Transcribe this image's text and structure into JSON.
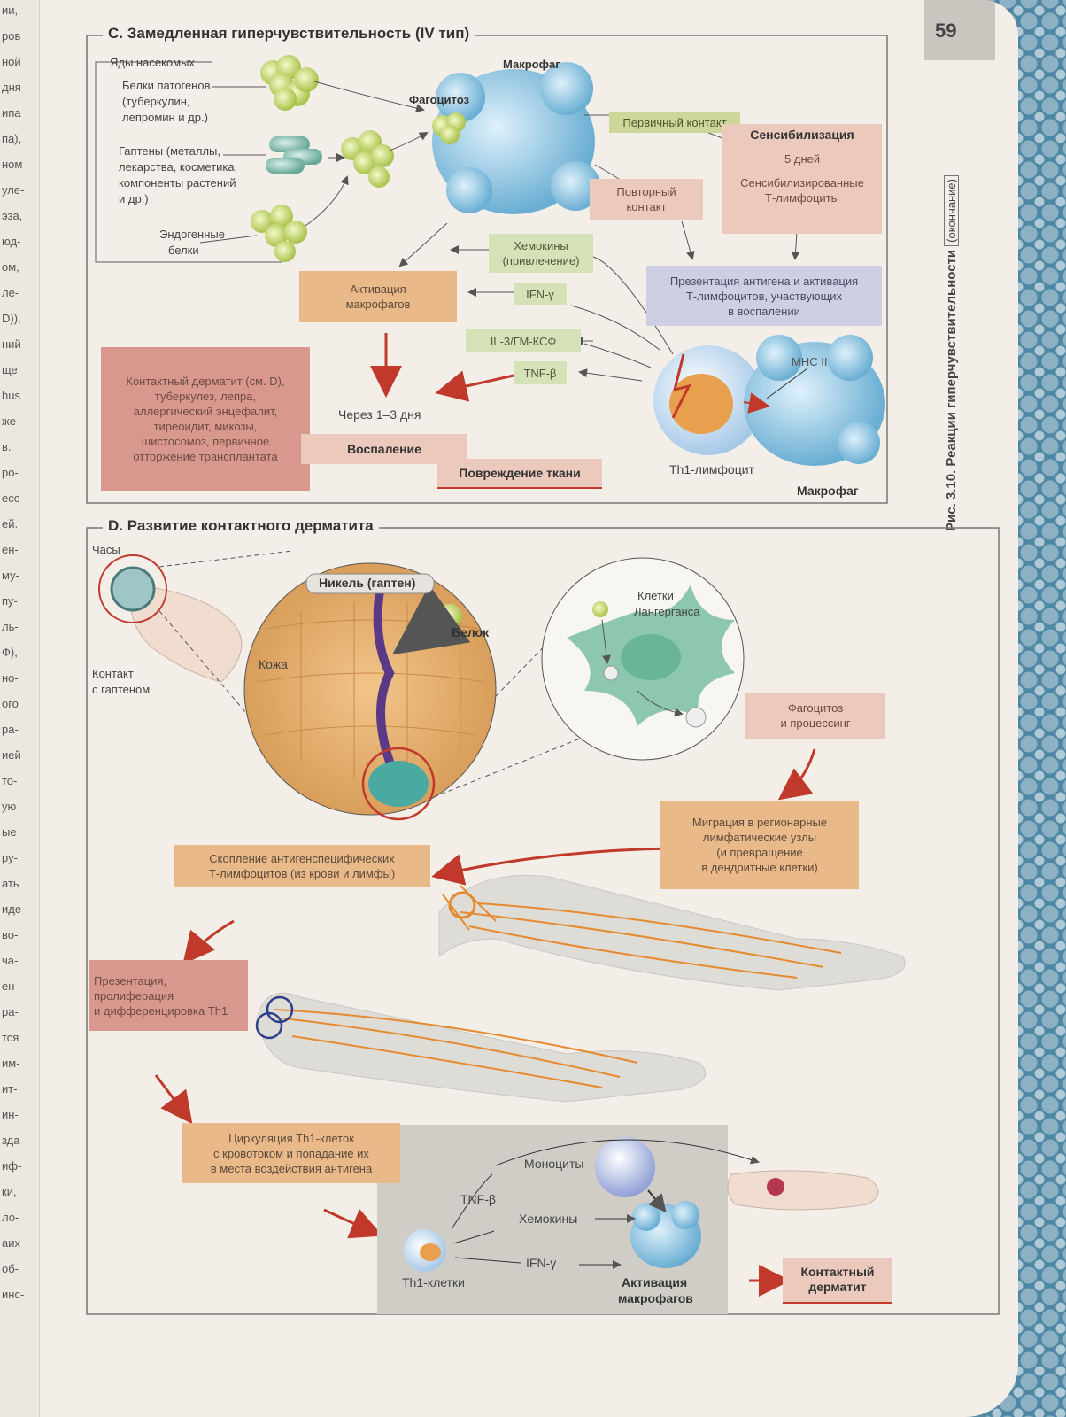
{
  "page_number": "59",
  "figure_caption": "Рис. 3.10. Реакции гиперчувствительности",
  "figure_caption_note": "(окончание)",
  "prev_page_fragments": [
    "ии,",
    "ров",
    "ной",
    "дня",
    "ипа",
    "па),",
    "ном",
    "уле-",
    "эза,",
    "юд-",
    "ом,",
    "ле-",
    "D)),",
    "ний",
    "ще",
    "hus",
    "же",
    "в.",
    "ро-",
    "есс",
    "ей.",
    "ен-",
    "му-",
    "пу-",
    "ль-",
    "Ф),",
    "но-",
    "ого",
    "ра-",
    "ией",
    "то-",
    "ую",
    "ые",
    "ру-",
    "ать",
    "иде",
    "во-",
    "ча-",
    "ен-",
    "ра-",
    "тся",
    "им-",
    "ит-",
    "ин-",
    "зда",
    "иф-",
    "ки,",
    "ло-",
    "аих",
    "об-",
    "инс-"
  ],
  "sectionC": {
    "title": "C. Замедленная гиперчувствительность (IV тип)",
    "antigens": [
      "Яды насекомых",
      "Белки патогенов",
      "(туберкулин,",
      "лепромин и др.)",
      "Гаптены (металлы,",
      "лекарства, косметика,",
      "компоненты растений",
      "и др.)",
      "Эндогенные",
      "белки"
    ],
    "macrophage_top": "Макрофаг",
    "phagocytosis": "Фагоцитоз",
    "primary_contact": "Первичный контакт",
    "sensitization": "Сенсибилизация",
    "five_days": "5 дней",
    "sensitized_t": [
      "Сенсибилизированные",
      "Т-лимфоциты"
    ],
    "repeat_contact": [
      "Повторный",
      "контакт"
    ],
    "chemokines": [
      "Хемокины",
      "(привлечение)"
    ],
    "presentation": [
      "Презентация антигена и активация",
      "Т-лимфоцитов, участвующих",
      "в воспалении"
    ],
    "activation_macro": [
      "Активация",
      "макрофагов"
    ],
    "ifn": "IFN-γ",
    "il3": "IL-3/ГМ-КСФ",
    "tnf": "TNF-β",
    "mhc": "MHC II",
    "diseases": [
      "Контактный дерматит (см. D),",
      "туберкулез, лепра,",
      "аллергический энцефалит,",
      "тиреоидит, микозы,",
      "шистосомоз, первичное",
      "отторжение трансплантата"
    ],
    "after_days": "Через 1–3 дня",
    "inflammation": "Воспаление",
    "tissue_damage": "Повреждение ткани",
    "th1": "Th1-лимфоцит",
    "macrophage_bottom": "Макрофаг"
  },
  "sectionD": {
    "title": "D. Развитие контактного дерматита",
    "watch": "Часы",
    "contact": [
      "Контакт",
      "с гаптеном"
    ],
    "nickel": "Никель (гаптен)",
    "protein": "Белок",
    "skin": "Кожа",
    "langerhans": [
      "Клетки",
      "Лангерганса"
    ],
    "phago_proc": [
      "Фагоцитоз",
      "и процессинг"
    ],
    "migration": [
      "Миграция в регионарные",
      "лимфатические узлы",
      "(и превращение",
      "в дендритные клетки)"
    ],
    "accumulation": [
      "Скопление антигенспецифических",
      "Т-лимфоцитов (из крови и лимфы)"
    ],
    "presentation": [
      "Презентация,",
      "пролиферация",
      "и дифференцировка Th1"
    ],
    "circulation": [
      "Циркуляция Th1-клеток",
      "с кровотоком и попадание их",
      "в места воздействия антигена"
    ],
    "tnf": "TNF-β",
    "monocytes": "Моноциты",
    "chemokines": "Хемокины",
    "ifn": "IFN-γ",
    "th1cells": "Th1-клетки",
    "activation": [
      "Активация",
      "макрофагов"
    ],
    "dermatitis": [
      "Контактный",
      "дерматит"
    ]
  }
}
